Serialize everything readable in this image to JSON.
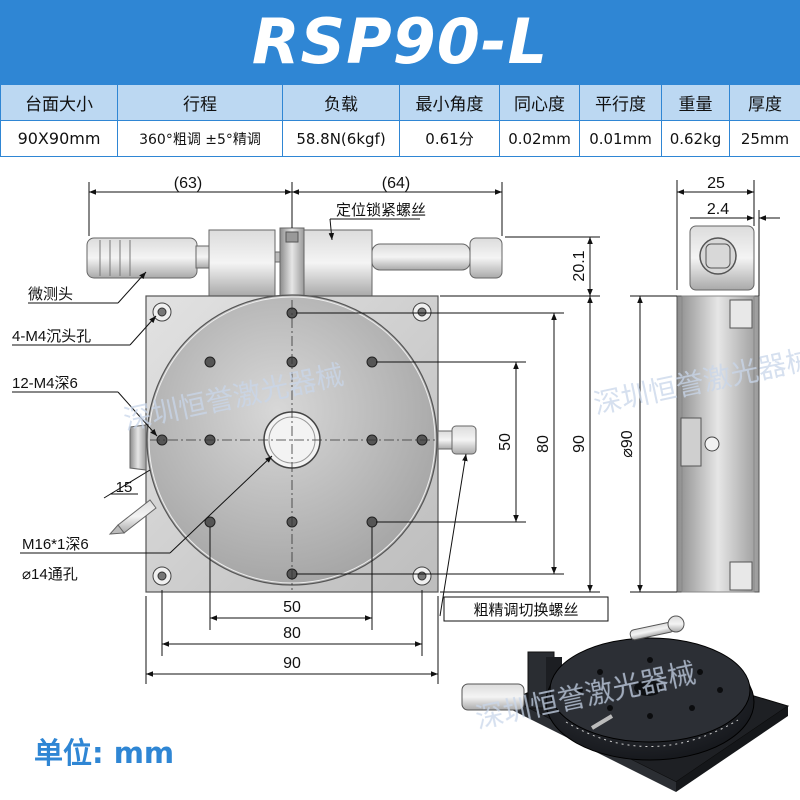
{
  "header": {
    "title": "RSP90-L"
  },
  "spec_table": {
    "headers": [
      "台面大小",
      "行程",
      "负载",
      "最小角度",
      "同心度",
      "平行度",
      "重量",
      "厚度"
    ],
    "values": [
      "90X90mm",
      "360°粗调 ±5°精调",
      "58.8N(6kgf)",
      "0.61分",
      "0.02mm",
      "0.01mm",
      "0.62kg",
      "25mm"
    ]
  },
  "drawing": {
    "dim_63": "(63)",
    "dim_64": "(64)",
    "dim_25": "25",
    "dim_2_4": "2.4",
    "dim_20_1": "20.1",
    "dim_50_v": "50",
    "dim_80_v": "80",
    "dim_90_v": "90",
    "dim_phi90": "⌀90",
    "dim_50_h": "50",
    "dim_80_h": "80",
    "dim_90_h": "90",
    "dim_15": "15",
    "label_lock_screw": "定位锁紧螺丝",
    "label_micrometer": "微测头",
    "label_4m4": "4-M4沉头孔",
    "label_12m4": "12-M4深6",
    "label_m16": "M16*1深6",
    "label_phi14": "⌀14通孔",
    "label_coarse_fine": "粗精调切换螺丝",
    "watermark": "深圳恒誉激光器械"
  },
  "footer": {
    "unit_label": "单位: mm"
  },
  "colors": {
    "brand_blue": "#2f86d4",
    "header_row": "#bcd8f2",
    "watermark": "#c8d6ea"
  }
}
